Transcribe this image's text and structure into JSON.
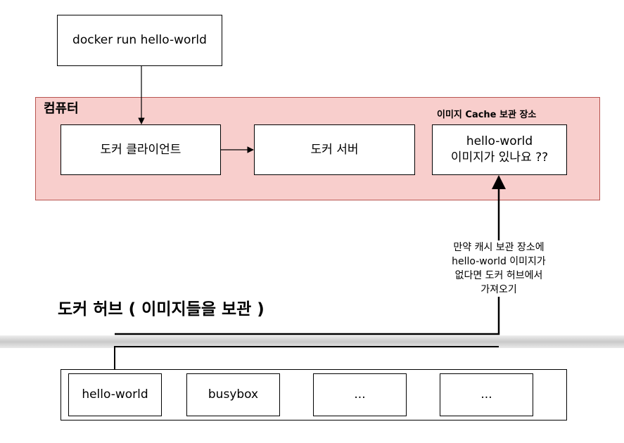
{
  "command_box": {
    "text": "docker run hello-world"
  },
  "computer": {
    "title": "컴퓨터",
    "client": "도커 클라이언트",
    "server": "도커 서버",
    "cache": {
      "title": "이미지 Cache 보관 장소",
      "line1": "hello-world",
      "line2": "이미지가 있나요 ??"
    }
  },
  "note": {
    "line1": "만약 캐시 보관 장소에",
    "line2": "hello-world 이미지가",
    "line3": "없다면 도커 허브에서",
    "line4": "가져오기"
  },
  "hub": {
    "title": "도커 허브 ( 이미지들을 보관 )",
    "images": [
      {
        "label": "hello-world"
      },
      {
        "label": "busybox"
      },
      {
        "label": "..."
      },
      {
        "label": "..."
      }
    ]
  },
  "colors": {
    "computer_fill": "#f8cecc",
    "computer_border": "#b85450",
    "line": "#000000"
  }
}
